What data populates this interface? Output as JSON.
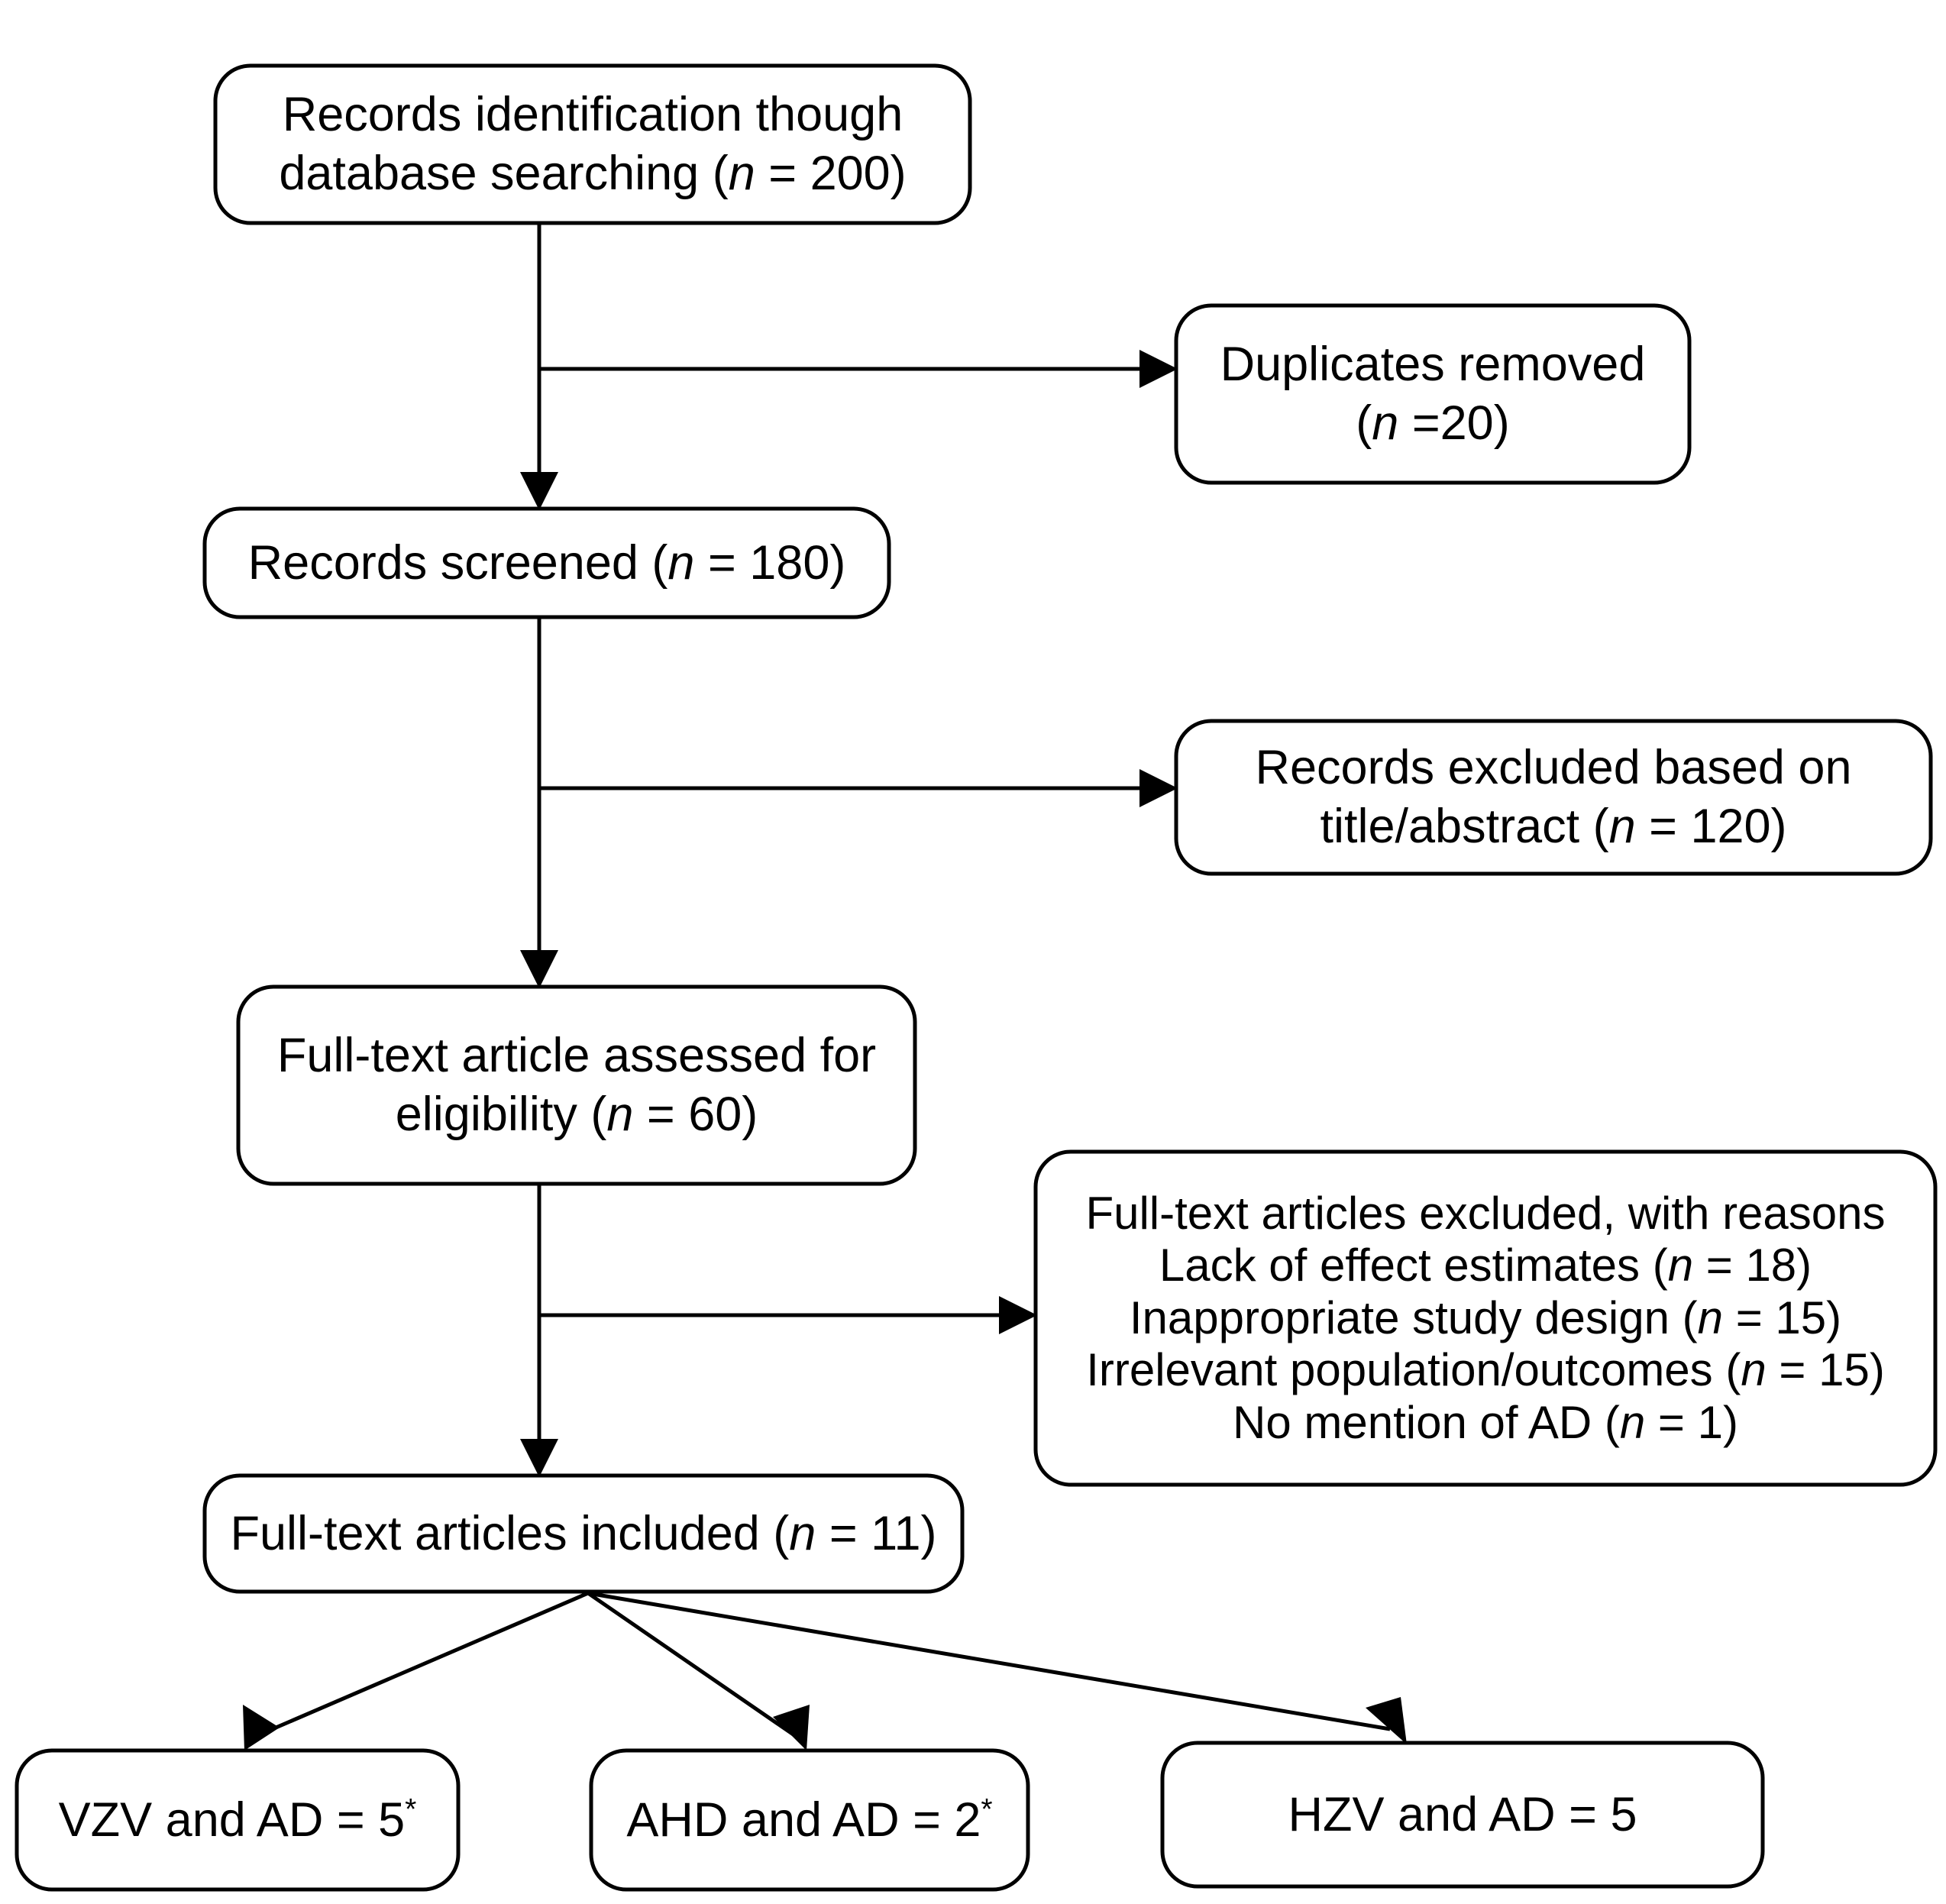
{
  "diagram": {
    "title": "PRISMA study selection flow diagram",
    "type": "flowchart",
    "stroke_color": "#000000",
    "fill_color": "#ffffff",
    "text_color": "#000000"
  },
  "nodes": {
    "identification": {
      "id": "records-identification",
      "line1": "Records identification though",
      "line2_pre": "database searching (",
      "line2_italic": "n",
      "line2_post": " = 200)",
      "n_value": "200"
    },
    "duplicates": {
      "id": "duplicates-removed",
      "line1": "Duplicates removed",
      "line2_pre": "(",
      "line2_italic": "n",
      "line2_post": " =20)",
      "n_value": "20"
    },
    "screened": {
      "id": "records-screened",
      "line1_pre": "Records screened (",
      "line1_italic": "n",
      "line1_post": " = 180)",
      "n_value": "180"
    },
    "excluded_title_abstract": {
      "id": "records-excluded-title-abstract",
      "line1": "Records excluded based on",
      "line2_pre": "title/abstract (",
      "line2_italic": "n",
      "line2_post": " = 120)",
      "n_value": "120"
    },
    "fulltext_assessed": {
      "id": "fulltext-assessed",
      "line1": "Full-text article assessed for",
      "line2_pre": "eligibility (",
      "line2_italic": "n",
      "line2_post": " = 60)",
      "n_value": "60"
    },
    "excluded_reasons": {
      "id": "fulltext-excluded-reasons",
      "heading": "Full-text articles excluded, with reasons",
      "reasons": [
        {
          "label_pre": "Lack of effect estimates (",
          "italic": "n",
          "label_post": " = 18)",
          "n_value": "18"
        },
        {
          "label_pre": "Inappropriate study design (",
          "italic": "n",
          "label_post": " = 15)",
          "n_value": "15"
        },
        {
          "label_pre": "Irrelevant population/outcomes (",
          "italic": "n",
          "label_post": " = 15)",
          "n_value": "15"
        },
        {
          "label_pre": "No mention of AD (",
          "italic": "n",
          "label_post": " = 1)",
          "n_value": "1"
        }
      ]
    },
    "fulltext_included": {
      "id": "fulltext-included",
      "line1_pre": "Full-text articles included (",
      "line1_italic": "n",
      "line1_post": " = 11)",
      "n_value": "11"
    },
    "outcome_vzv": {
      "id": "outcome-vzv-ad",
      "label": "VZV and AD = 5",
      "superscript": "*",
      "value": "5"
    },
    "outcome_ahd": {
      "id": "outcome-ahd-ad",
      "label": "AHD and AD = 2",
      "superscript": "*",
      "value": "2"
    },
    "outcome_hzv": {
      "id": "outcome-hzv-ad",
      "label": "HZV and AD = 5",
      "superscript": "",
      "value": "5"
    }
  },
  "edges": [
    {
      "from": "identification",
      "to": "duplicates",
      "style": "elbow-right"
    },
    {
      "from": "identification",
      "to": "screened",
      "style": "vertical"
    },
    {
      "from": "screened",
      "to": "excluded_title_abstract",
      "style": "elbow-right"
    },
    {
      "from": "screened",
      "to": "fulltext_assessed",
      "style": "vertical"
    },
    {
      "from": "fulltext_assessed",
      "to": "excluded_reasons",
      "style": "elbow-right"
    },
    {
      "from": "fulltext_assessed",
      "to": "fulltext_included",
      "style": "vertical"
    },
    {
      "from": "fulltext_included",
      "to": "outcome_vzv",
      "style": "diagonal"
    },
    {
      "from": "fulltext_included",
      "to": "outcome_ahd",
      "style": "diagonal"
    },
    {
      "from": "fulltext_included",
      "to": "outcome_hzv",
      "style": "diagonal"
    }
  ]
}
